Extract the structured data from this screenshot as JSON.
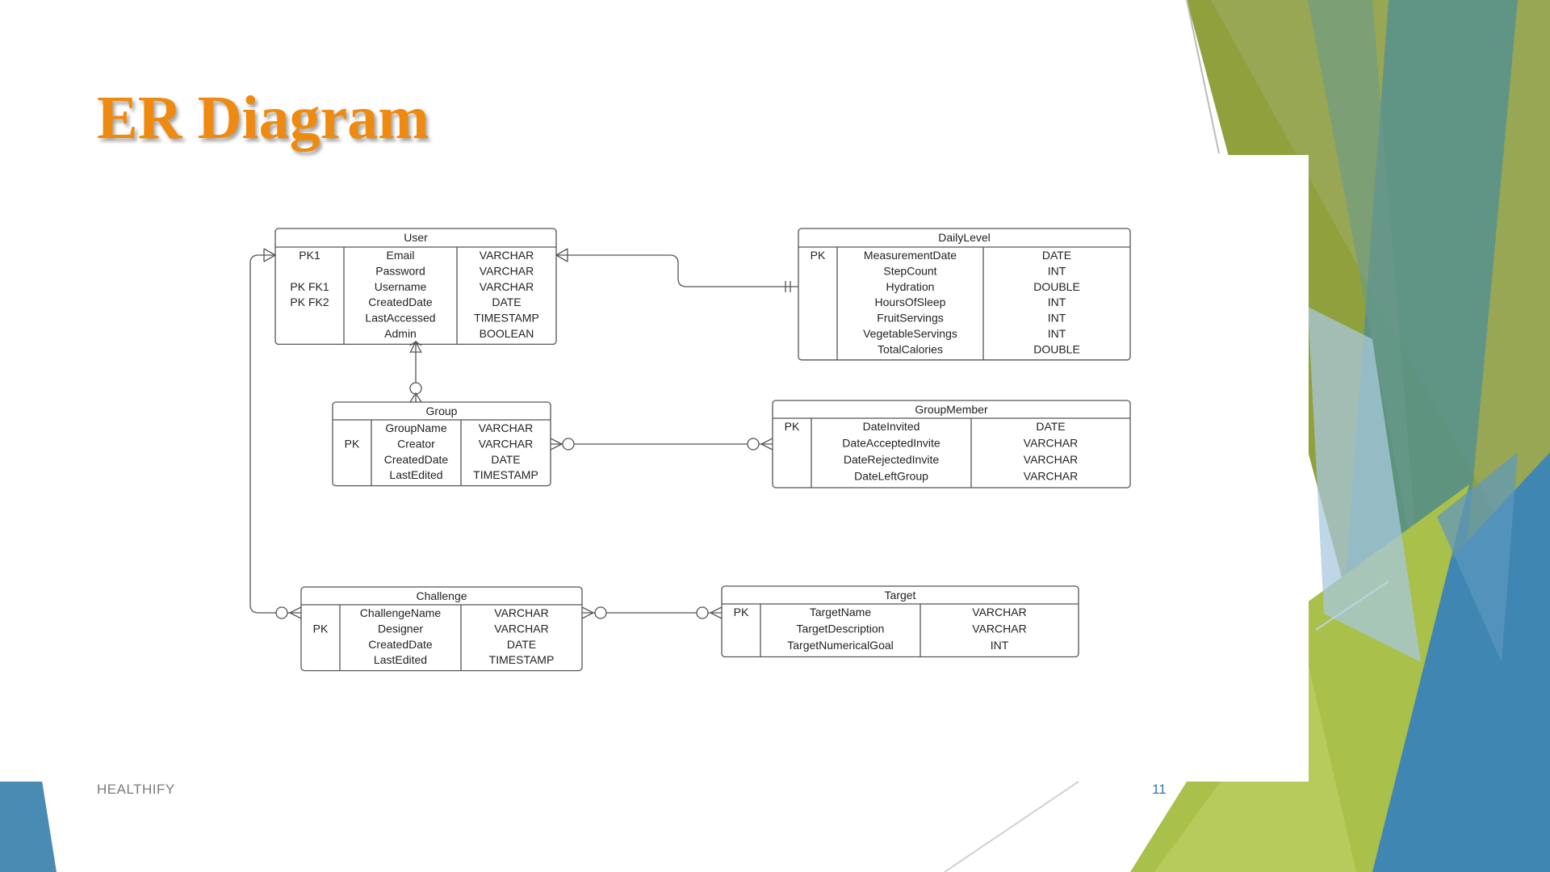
{
  "slide": {
    "title": "ER Diagram",
    "footer": "HEALTHIFY",
    "page_number": "11"
  },
  "colors": {
    "title": "#ef8a10",
    "olive": "#8fa03d",
    "lime": "#a9c04b",
    "blue": "#3f86b3",
    "teal": "#4e8f96",
    "light_blue": "#a8c8dc"
  },
  "entities": [
    {
      "id": "user",
      "name": "User",
      "rows": [
        {
          "key": "PK1",
          "attr": "Email",
          "type": "VARCHAR"
        },
        {
          "key": "",
          "attr": "Password",
          "type": "VARCHAR"
        },
        {
          "key": "PK FK1",
          "attr": "Username",
          "type": "VARCHAR"
        },
        {
          "key": "PK FK2",
          "attr": "CreatedDate",
          "type": "DATE"
        },
        {
          "key": "",
          "attr": "LastAccessed",
          "type": "TIMESTAMP"
        },
        {
          "key": "",
          "attr": "Admin",
          "type": "BOOLEAN"
        }
      ]
    },
    {
      "id": "dailylevel",
      "name": "DailyLevel",
      "rows": [
        {
          "key": "PK",
          "attr": "MeasurementDate",
          "type": "DATE"
        },
        {
          "key": "",
          "attr": "StepCount",
          "type": "INT"
        },
        {
          "key": "",
          "attr": "Hydration",
          "type": "DOUBLE"
        },
        {
          "key": "",
          "attr": "HoursOfSleep",
          "type": "INT"
        },
        {
          "key": "",
          "attr": "FruitServings",
          "type": "INT"
        },
        {
          "key": "",
          "attr": "VegetableServings",
          "type": "INT"
        },
        {
          "key": "",
          "attr": "TotalCalories",
          "type": "DOUBLE"
        }
      ]
    },
    {
      "id": "group",
      "name": "Group",
      "rows": [
        {
          "key": "",
          "attr": "GroupName",
          "type": "VARCHAR"
        },
        {
          "key": "PK",
          "attr": "Creator",
          "type": "VARCHAR"
        },
        {
          "key": "",
          "attr": "CreatedDate",
          "type": "DATE"
        },
        {
          "key": "",
          "attr": "LastEdited",
          "type": "TIMESTAMP"
        }
      ]
    },
    {
      "id": "groupmember",
      "name": "GroupMember",
      "rows": [
        {
          "key": "PK",
          "attr": "DateInvited",
          "type": "DATE"
        },
        {
          "key": "",
          "attr": "DateAcceptedInvite",
          "type": "VARCHAR"
        },
        {
          "key": "",
          "attr": "DateRejectedInvite",
          "type": "VARCHAR"
        },
        {
          "key": "",
          "attr": "DateLeftGroup",
          "type": "VARCHAR"
        }
      ]
    },
    {
      "id": "challenge",
      "name": "Challenge",
      "rows": [
        {
          "key": "",
          "attr": "ChallengeName",
          "type": "VARCHAR"
        },
        {
          "key": "PK",
          "attr": "Designer",
          "type": "VARCHAR"
        },
        {
          "key": "",
          "attr": "CreatedDate",
          "type": "DATE"
        },
        {
          "key": "",
          "attr": "LastEdited",
          "type": "TIMESTAMP"
        }
      ]
    },
    {
      "id": "target",
      "name": "Target",
      "rows": [
        {
          "key": "PK",
          "attr": "TargetName",
          "type": "VARCHAR"
        },
        {
          "key": "",
          "attr": "TargetDescription",
          "type": "VARCHAR"
        },
        {
          "key": "",
          "attr": "TargetNumericalGoal",
          "type": "INT"
        }
      ]
    }
  ],
  "relationships": [
    {
      "from": "user",
      "to": "dailylevel",
      "from_end": "one-or-many",
      "to_end": "one-and-only-one"
    },
    {
      "from": "user",
      "to": "group",
      "from_end": "one-or-many",
      "to_end": "zero-or-many"
    },
    {
      "from": "group",
      "to": "groupmember",
      "from_end": "zero-or-many",
      "to_end": "zero-or-many"
    },
    {
      "from": "user",
      "to": "challenge",
      "from_end": "one-or-many",
      "to_end": "zero-or-many"
    },
    {
      "from": "challenge",
      "to": "target",
      "from_end": "zero-or-many",
      "to_end": "zero-or-many"
    }
  ]
}
